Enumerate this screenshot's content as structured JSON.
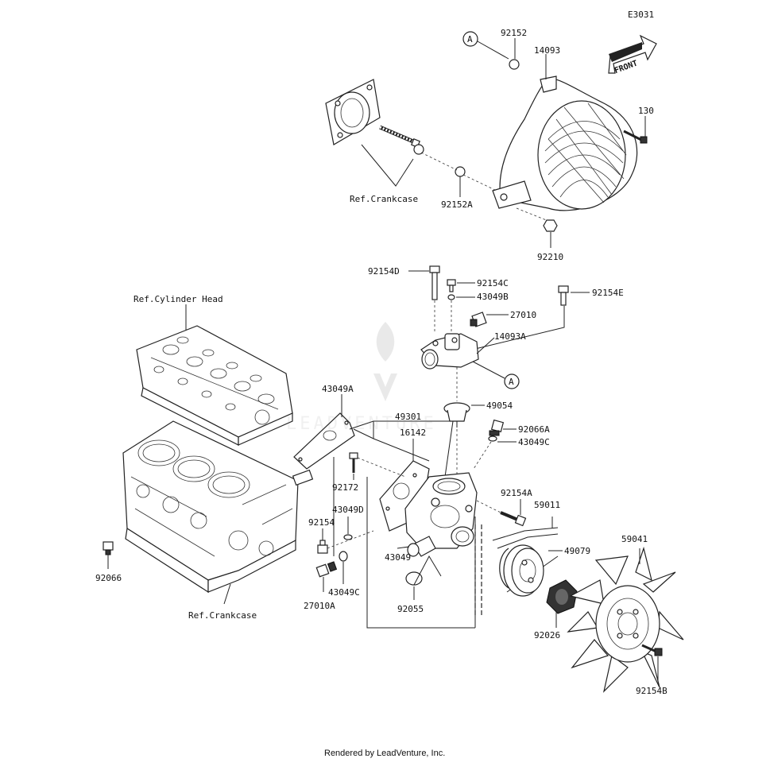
{
  "diagram_code": "E3031",
  "front_label": "FRONT",
  "callout_letter": "A",
  "refs": {
    "crankcase_top": "Ref.Crankcase",
    "cylinder_head": "Ref.Cylinder Head",
    "crankcase_bottom": "Ref.Crankcase"
  },
  "parts": {
    "p92152": "92152",
    "p14093": "14093",
    "p130": "130",
    "p92152A": "92152A",
    "p92210": "92210",
    "p92154D": "92154D",
    "p92154C": "92154C",
    "p43049B": "43049B",
    "p27010": "27010",
    "p92154E": "92154E",
    "p14093A": "14093A",
    "p43049A": "43049A",
    "p49301": "49301",
    "p49054": "49054",
    "p16142": "16142",
    "p92066A": "92066A",
    "p43049C_top": "43049C",
    "p92172": "92172",
    "p92154A": "92154A",
    "p59011": "59011",
    "p43049D": "43049D",
    "p92154": "92154",
    "p43049": "43049",
    "p49079": "49079",
    "p59041": "59041",
    "p92066": "92066",
    "p43049C_bottom": "43049C",
    "p27010A": "27010A",
    "p92055": "92055",
    "p92026": "92026",
    "p92154B": "92154B"
  },
  "watermark": "LEADVENTURE",
  "footer": "Rendered by LeadVenture, Inc."
}
